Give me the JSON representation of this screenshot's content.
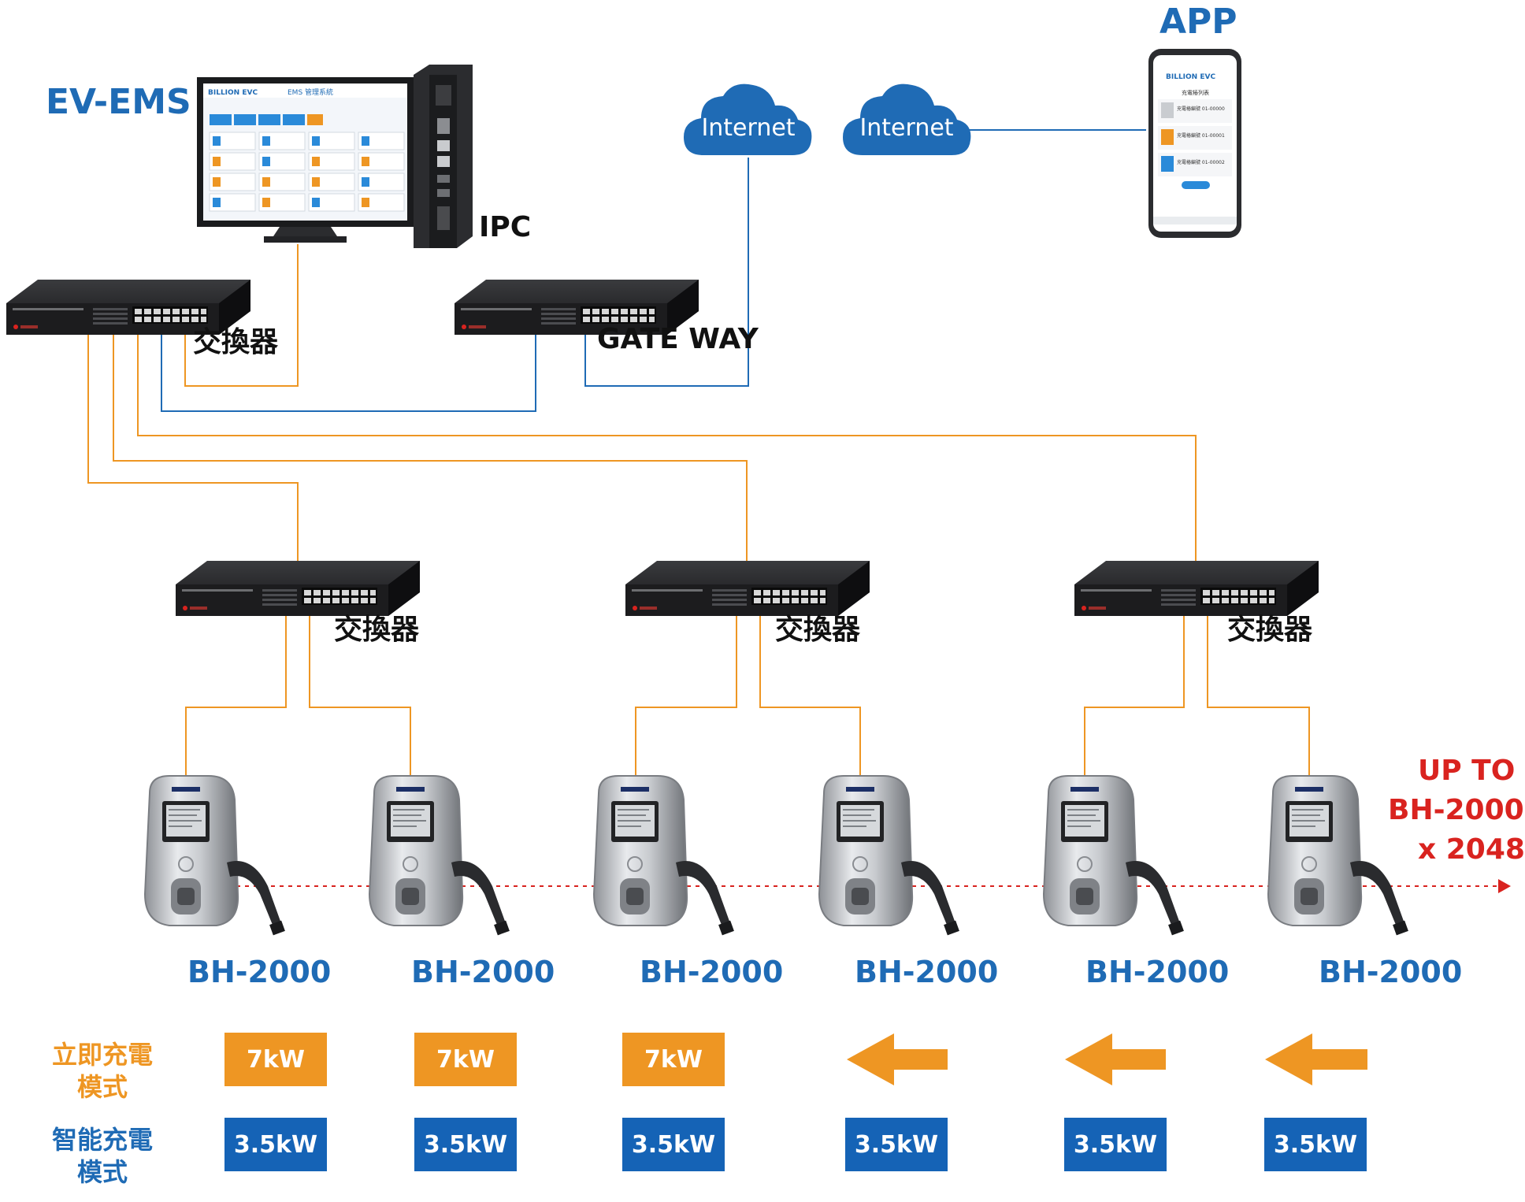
{
  "labels": {
    "ev_ems": "EV-EMS",
    "ipc": "IPC",
    "app": "APP",
    "switch": "交換器",
    "gateway": "GATE WAY",
    "internet": "Internet",
    "charger_model": "BH-2000",
    "up_to_line1": "UP TO",
    "up_to_line2": "BH-2000",
    "up_to_line3": "x 2048",
    "mode_instant_line1": "立即充電",
    "mode_instant_line2": "模式",
    "mode_smart_line1": "智能充電",
    "mode_smart_line2": "模式"
  },
  "monitor": {
    "brand": "BILLION EVC",
    "title": "EMS 管理系統"
  },
  "phone": {
    "brand": "BILLION EVC",
    "list_title": "充電樁列表",
    "item1": "充電樁編號 01-00000",
    "item2": "充電樁編號 01-00001",
    "item3": "充電樁編號 01-00002"
  },
  "instant_row": [
    "7kW",
    "7kW",
    "7kW"
  ],
  "smart_row": [
    "3.5kW",
    "3.5kW",
    "3.5kW",
    "3.5kW",
    "3.5kW",
    "3.5kW"
  ],
  "colors": {
    "blue": "#1f6bb5",
    "orange": "#ee9623",
    "red": "#d9231f",
    "cloud": "#1f6bb5"
  }
}
